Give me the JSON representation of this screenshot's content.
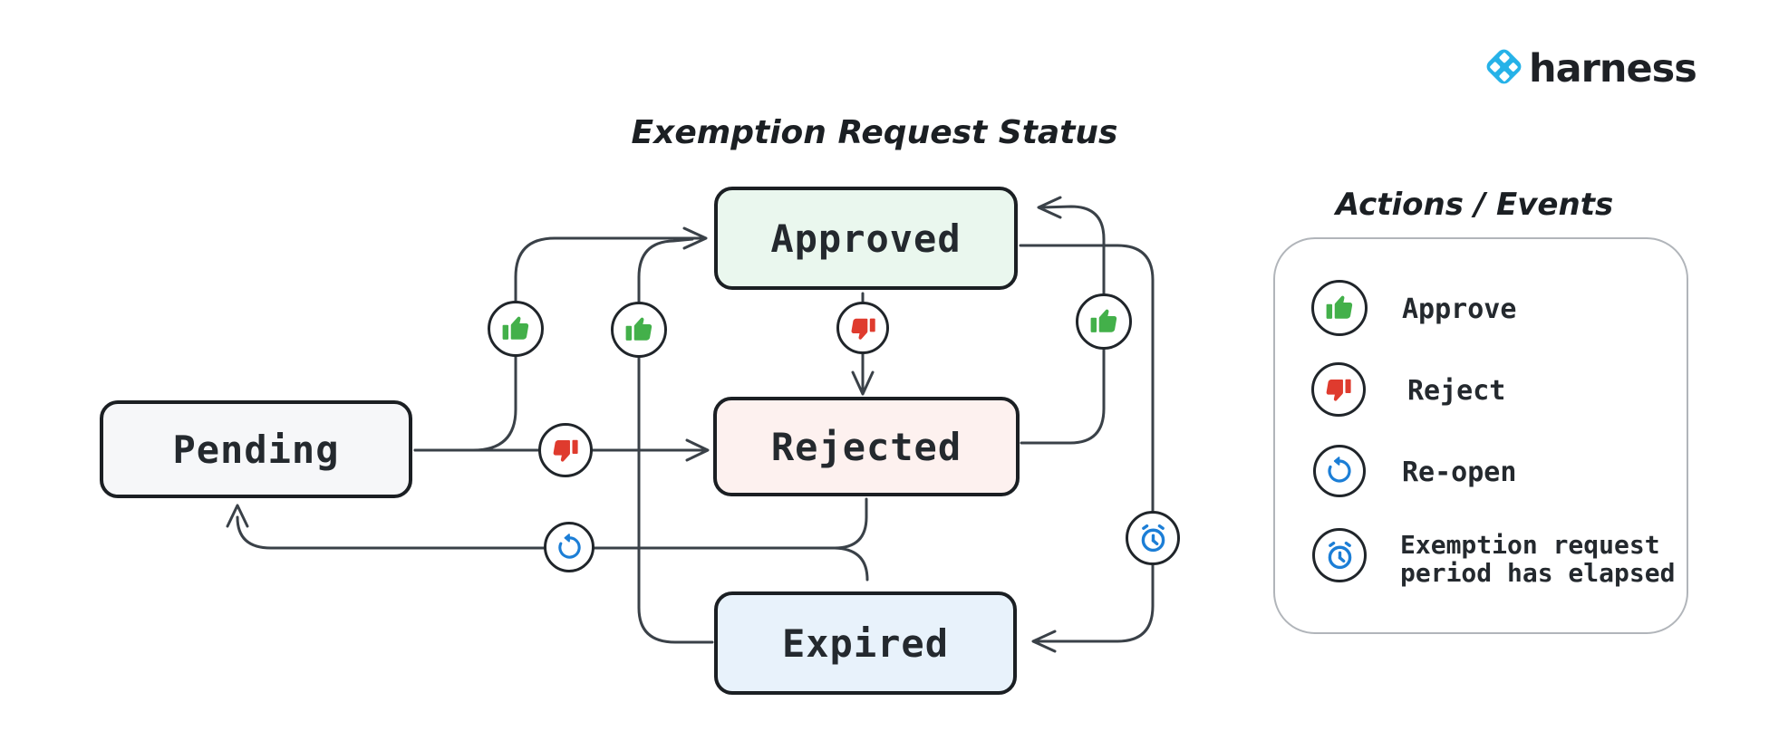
{
  "brand": {
    "name": "harness",
    "logo_color": "#26b2e8",
    "text_color": "#1e2126"
  },
  "diagram": {
    "title": "Exemption Request Status",
    "states": [
      {
        "id": "pending",
        "label": "Pending",
        "fill": "#f6f7f9"
      },
      {
        "id": "approved",
        "label": "Approved",
        "fill": "#eaf7ee"
      },
      {
        "id": "rejected",
        "label": "Rejected",
        "fill": "#fdf1ef"
      },
      {
        "id": "expired",
        "label": "Expired",
        "fill": "#e8f2fb"
      }
    ],
    "transitions": [
      {
        "from": "Pending",
        "to": "Approved",
        "action": "Approve"
      },
      {
        "from": "Pending",
        "to": "Rejected",
        "action": "Reject"
      },
      {
        "from": "Approved",
        "to": "Rejected",
        "action": "Reject"
      },
      {
        "from": "Rejected",
        "to": "Approved",
        "action": "Approve"
      },
      {
        "from": "Expired",
        "to": "Approved",
        "action": "Approve"
      },
      {
        "from": "Rejected",
        "to": "Pending",
        "action": "Re-open"
      },
      {
        "from": "Expired",
        "to": "Pending",
        "action": "Re-open"
      },
      {
        "from": "Approved",
        "to": "Expired",
        "action": "Exemption request period has elapsed"
      }
    ]
  },
  "legend": {
    "title": "Actions / Events",
    "items": [
      {
        "icon": "thumbs-up-icon",
        "color": "#43b04a",
        "label": "Approve"
      },
      {
        "icon": "thumbs-down-icon",
        "color": "#df3b2e",
        "label": "Reject"
      },
      {
        "icon": "reopen-icon",
        "color": "#1c7ed6",
        "label": "Re-open"
      },
      {
        "icon": "alarm-clock-icon",
        "color": "#1c7ed6",
        "label": "Exemption request period has elapsed",
        "label_lines": [
          "Exemption request",
          "period has elapsed"
        ]
      }
    ]
  },
  "colors": {
    "edge": "#3a4148",
    "box_border": "#1b1f23",
    "approve_green": "#43b04a",
    "reject_red": "#df3b2e",
    "action_blue": "#1c7ed6",
    "legend_border": "#b1b5ba"
  }
}
